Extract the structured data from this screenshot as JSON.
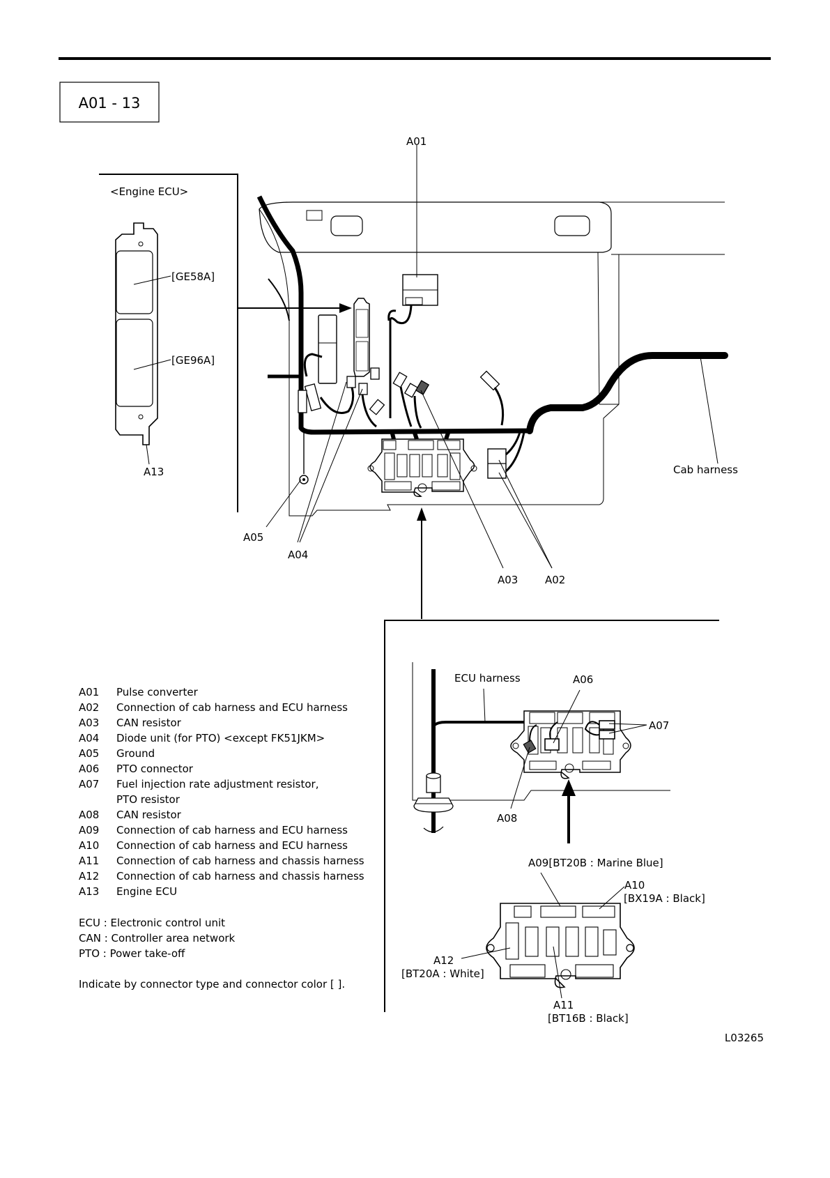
{
  "header": {
    "code_box": "A01 - 13"
  },
  "callouts": {
    "engine_ecu_title": "<Engine ECU>",
    "ge58a": "[GE58A]",
    "ge96a": "[GE96A]",
    "a13": "A13",
    "a01": "A01",
    "a02": "A02",
    "a03": "A03",
    "a04": "A04",
    "a05": "A05",
    "cab_harness": "Cab harness",
    "ecu_harness": "ECU harness",
    "a06": "A06",
    "a07": "A07",
    "a08": "A08",
    "a09": "A09[BT20B : Marine Blue]",
    "a10_code": "A10",
    "a10_type": "[BX19A : Black]",
    "a12_code": "A12",
    "a12_type": "[BT20A : White]",
    "a11_code": "A11",
    "a11_type": "[BT16B : Black]"
  },
  "legend": {
    "items": [
      {
        "code": "A01",
        "desc": "Pulse converter"
      },
      {
        "code": "A02",
        "desc": "Connection of cab harness and ECU harness"
      },
      {
        "code": "A03",
        "desc": "CAN resistor"
      },
      {
        "code": "A04",
        "desc": "Diode unit (for PTO) <except FK51JKM>"
      },
      {
        "code": "A05",
        "desc": "Ground"
      },
      {
        "code": "A06",
        "desc": "PTO connector"
      },
      {
        "code": "A07",
        "desc": "Fuel injection rate adjustment resistor,"
      },
      {
        "code": "",
        "desc": "PTO resistor"
      },
      {
        "code": "A08",
        "desc": "CAN resistor"
      },
      {
        "code": "A09",
        "desc": "Connection of cab harness and ECU harness"
      },
      {
        "code": "A10",
        "desc": "Connection of cab harness and ECU harness"
      },
      {
        "code": "A11",
        "desc": "Connection of cab harness and chassis harness"
      },
      {
        "code": "A12",
        "desc": "Connection of cab harness and chassis harness"
      },
      {
        "code": "A13",
        "desc": "Engine ECU"
      }
    ],
    "abbreviations": [
      "ECU : Electronic control unit",
      "CAN : Controller area network",
      "PTO : Power take-off"
    ],
    "note": "Indicate by connector type and connector color [  ]."
  },
  "footer": {
    "figure_id": "L03265"
  }
}
